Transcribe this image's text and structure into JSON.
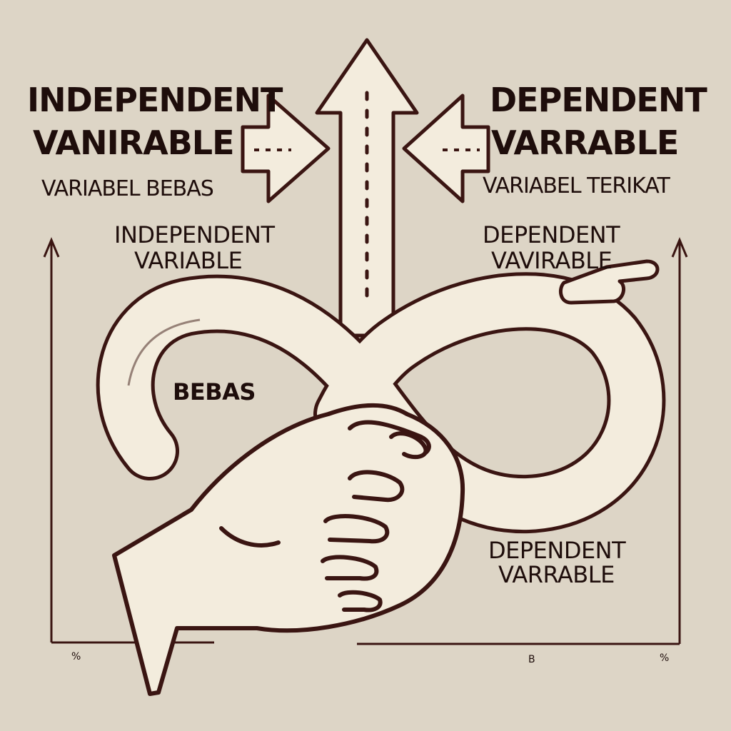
{
  "palette": {
    "background": "#ddd5c6",
    "ink": "#3a1512",
    "fill": "#f3ecdd",
    "text": "#1e0d0b"
  },
  "left_heading": {
    "line1": "INDEPENDENT",
    "line2": "VANIRABLE",
    "subtitle": "VARIABEL BEBAS"
  },
  "right_heading": {
    "line1": "DEPENDENT",
    "line2": "VARRABLE",
    "subtitle": "VARIABEL TERIKAT"
  },
  "left_axis_label": {
    "line1": "INDEPENDENT",
    "line2": "VARIABLE"
  },
  "right_axis_label": {
    "line1": "DEPENDENT",
    "line2": "VAVIRABLE"
  },
  "loop_label": "BEBAS",
  "bottom_label": {
    "line1": "DEPENDENT",
    "line2": "VARRABLE"
  },
  "ticks": {
    "left": "%",
    "middle": "B",
    "right": "%"
  },
  "icons": [
    "up-arrow-icon",
    "right-arrow-icon",
    "left-arrow-icon",
    "infinity-loop-icon",
    "hand-icon",
    "pointing-hand-icon"
  ]
}
